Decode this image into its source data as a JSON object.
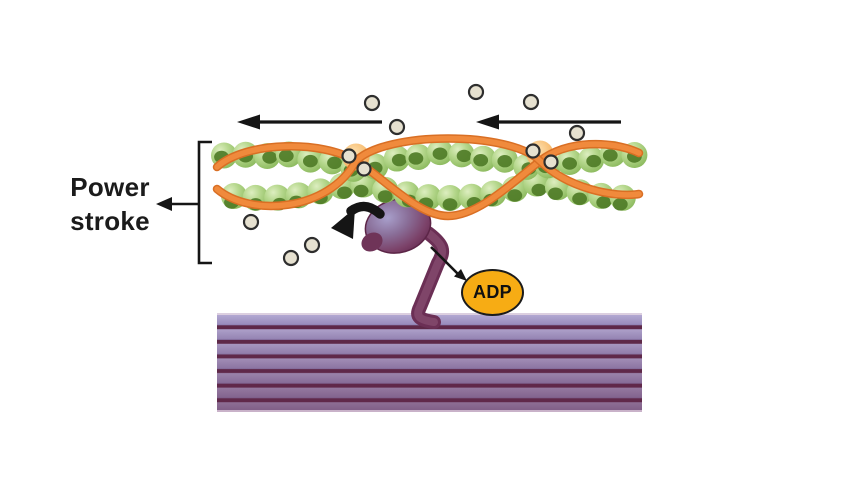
{
  "labels": {
    "power_stroke": "Power stroke",
    "adp": "ADP"
  },
  "colors": {
    "background": "#ffffff",
    "actin_green": "#b5d78c",
    "actin_spot_green": "#4f7c27",
    "tropomyosin_orange": "#ee8434",
    "tropomyosin_orange_dark": "#d96f24",
    "troponin_tan": "#f8c179",
    "calcium_ion_gray": "#e6e1d0",
    "calcium_ion_outline": "#2e2e2e",
    "myosin_plum": "#7b3a62",
    "myosin_plum_dark": "#6b2f55",
    "adp_yellow": "#f7ac14",
    "thick_filament_lavender": "#a79dc8",
    "thick_filament_maroon": "#5e2848",
    "arrow_black": "#151515"
  },
  "counts": {
    "calcium_ions": 12,
    "troponin_complexes": 2,
    "sliding_arrows": 2
  }
}
